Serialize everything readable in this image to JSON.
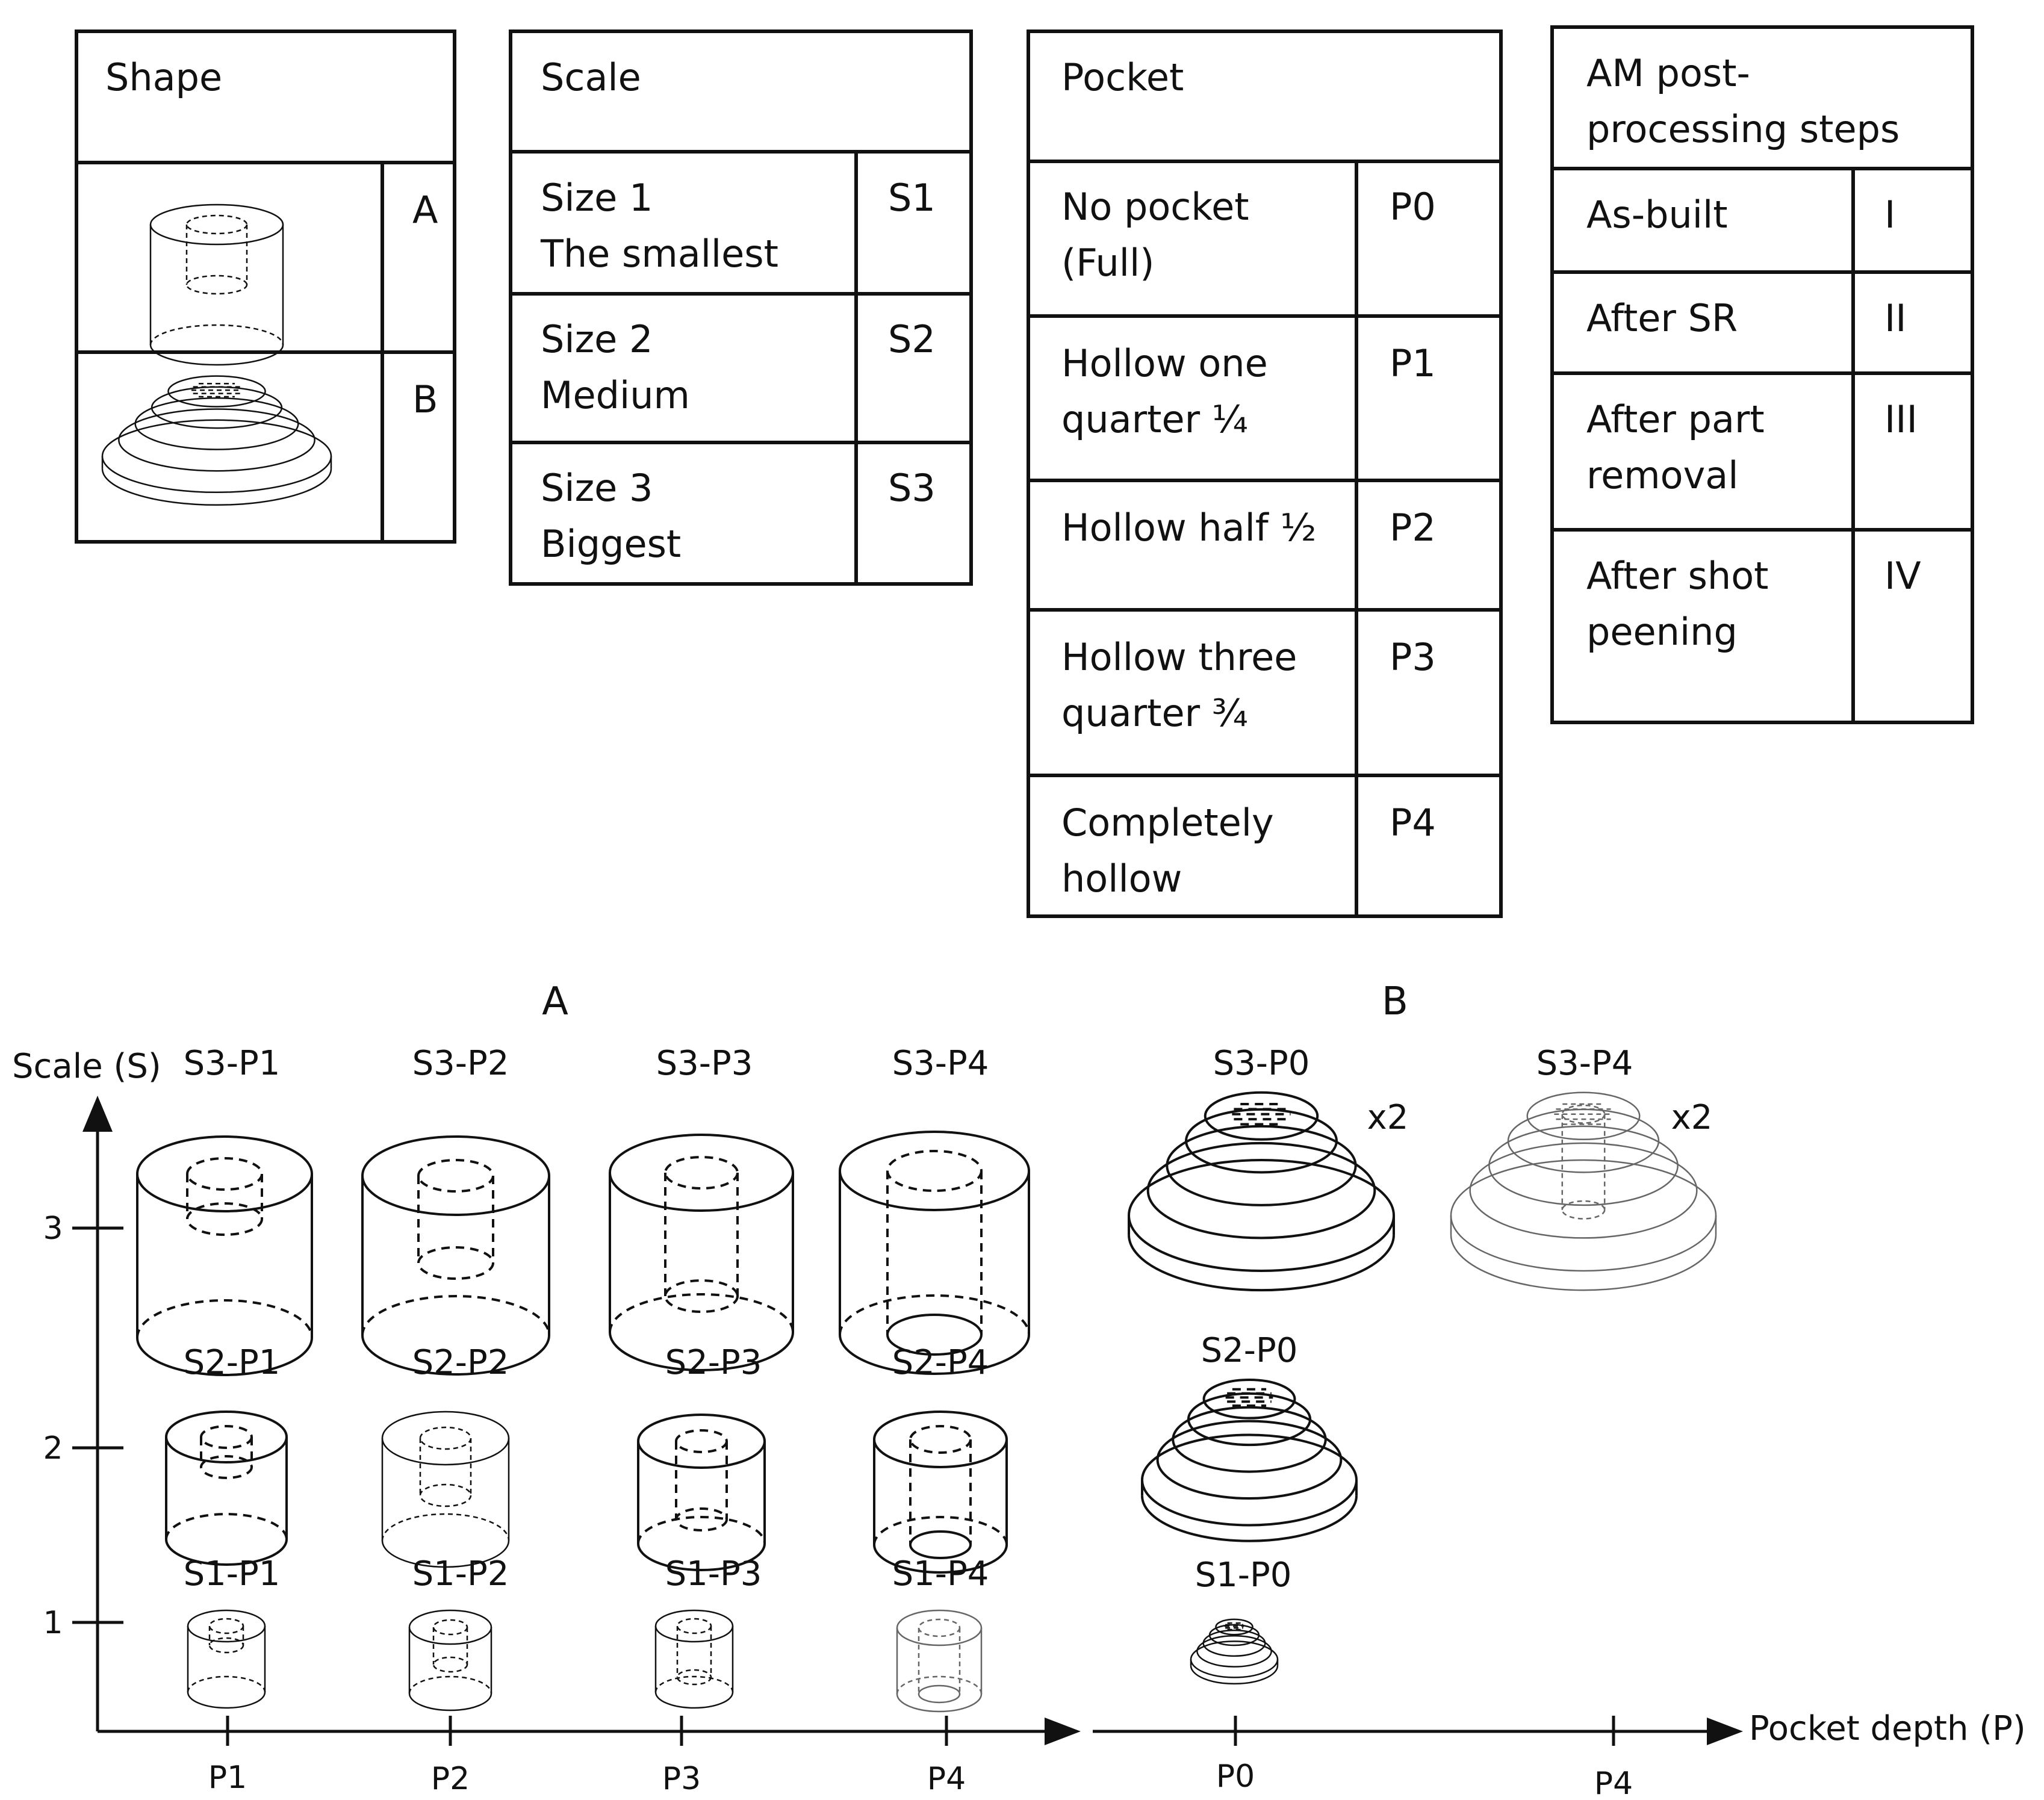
{
  "tables": {
    "shape": {
      "header": "Shape",
      "rows": [
        {
          "code": "A",
          "icon": "cylinder-icon"
        },
        {
          "code": "B",
          "icon": "stepped-cone-icon"
        }
      ]
    },
    "scale": {
      "header": "Scale",
      "rows": [
        {
          "line1": "Size 1",
          "line2": "The smallest",
          "code": "S1"
        },
        {
          "line1": "Size 2",
          "line2": "Medium",
          "code": "S2"
        },
        {
          "line1": "Size 3",
          "line2": "Biggest",
          "code": "S3"
        }
      ]
    },
    "pocket": {
      "header": "Pocket",
      "rows": [
        {
          "line1": "No pocket",
          "line2": "(Full)",
          "code": "P0"
        },
        {
          "line1": "Hollow one",
          "line2": "quarter ¼",
          "code": "P1"
        },
        {
          "line1": "Hollow half ½",
          "line2": "",
          "code": "P2"
        },
        {
          "line1": "Hollow three",
          "line2": "quarter ¾",
          "code": "P3"
        },
        {
          "line1": "Completely",
          "line2": "hollow",
          "code": "P4"
        }
      ]
    },
    "am": {
      "header_line1": "AM post-",
      "header_line2": "processing steps",
      "rows": [
        {
          "line1": "As-built",
          "line2": "",
          "code": "I"
        },
        {
          "line1": "After SR",
          "line2": "",
          "code": "II"
        },
        {
          "line1": "After part",
          "line2": "removal",
          "code": "III"
        },
        {
          "line1": "After shot",
          "line2": "peening",
          "code": "IV"
        }
      ]
    }
  },
  "diagram": {
    "group_a_label": "A",
    "group_b_label": "B",
    "y_axis_label": "Scale (S)",
    "x_axis_label": "Pocket depth (P)",
    "y_ticks": [
      "3",
      "2",
      "1"
    ],
    "x_ticks_a": [
      "P1",
      "P2",
      "P3",
      "P4"
    ],
    "x_ticks_b": [
      "P0",
      "P4"
    ],
    "a_labels": {
      "S3": [
        "S3-P1",
        "S3-P2",
        "S3-P3",
        "S3-P4"
      ],
      "S2": [
        "S2-P1",
        "S2-P2",
        "S2-P3",
        "S2-P4"
      ],
      "S1": [
        "S1-P1",
        "S1-P2",
        "S1-P3",
        "S1-P4"
      ]
    },
    "b_labels": {
      "s3p0": "S3-P0",
      "s3p4": "S3-P4",
      "s2p0": "S2-P0",
      "s1p0": "S1-P0",
      "scale_note": "x2"
    }
  }
}
